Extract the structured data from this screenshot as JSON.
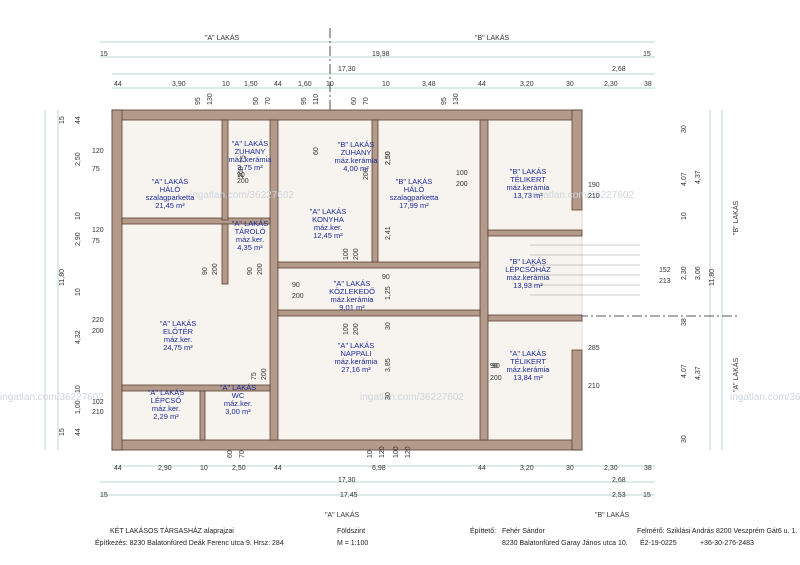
{
  "apartments": {
    "a_label": "\"A\" LAKÁS",
    "b_label": "\"B\" LAKÁS"
  },
  "top_dims": {
    "row1": [
      "15",
      "19,98",
      "15"
    ],
    "row2": [
      "17,30",
      "2,68"
    ],
    "row3": [
      "44",
      "3,90",
      "10",
      "1,50",
      "44",
      "1,60",
      "10",
      "10",
      "3,48",
      "44",
      "3,20",
      "30",
      "2,30",
      "38"
    ],
    "openings": [
      "95",
      "130",
      "50",
      "70",
      "95",
      "110",
      "60",
      "70",
      "95",
      "130"
    ]
  },
  "bottom_dims": {
    "row1": [
      "44",
      "2,90",
      "10",
      "2,50",
      "44",
      "6,98",
      "44",
      "3,20",
      "30",
      "2,30",
      "38"
    ],
    "row2": [
      "17,30",
      "2,68"
    ],
    "row3": [
      "15",
      "17,45",
      "2,53",
      "15"
    ],
    "openings": [
      "60",
      "70",
      "10",
      "120",
      "100",
      "120"
    ]
  },
  "left_dims": {
    "outer": [
      "15",
      "44",
      "2,50",
      "10",
      "2,90",
      "10",
      "4,32",
      "10",
      "1,00",
      "44",
      "15"
    ],
    "total": "11,80",
    "openings": [
      "120",
      "75",
      "120",
      "75",
      "220",
      "200",
      "102",
      "210"
    ]
  },
  "right_dims": {
    "inner": [
      "30",
      "4,07",
      "10",
      "2,30",
      "38",
      "4,07",
      "30"
    ],
    "outer": [
      "4,37",
      "3,06",
      "4,37"
    ],
    "total": "11,80",
    "misc": [
      "190",
      "210",
      "152",
      "213",
      "285",
      "210"
    ]
  },
  "inner_dims": [
    "100",
    "200",
    "90",
    "200",
    "90",
    "200",
    "90",
    "200",
    "100",
    "200",
    "90",
    "200",
    "100",
    "200",
    "90",
    "200",
    "75",
    "200",
    "75",
    "200",
    "60",
    "200",
    "90",
    "90",
    "2,50",
    "2,41",
    "1,25",
    "30",
    "3,85",
    "30",
    "2,50"
  ],
  "rooms": [
    {
      "name": "\"A\" LAKÁS",
      "title": "HÁLÓ",
      "floor": "szalagparketta",
      "area": "21,45 m²"
    },
    {
      "name": "\"A\" LAKÁS",
      "title": "ZUHANY",
      "floor": "máz.kerámia",
      "area": "3,75 m²"
    },
    {
      "name": "\"B\" LAKÁS",
      "title": "ZUHANY",
      "floor": "máz.kerámia",
      "area": "4,00 m²"
    },
    {
      "name": "\"B\" LAKÁS",
      "title": "HÁLÓ",
      "floor": "szalagparketta",
      "area": "17,99 m²"
    },
    {
      "name": "\"B\" LAKÁS",
      "title": "TÉLIKERT",
      "floor": "máz.kerámia",
      "area": "13,73 m²"
    },
    {
      "name": "\"A\" LAKÁS",
      "title": "TÁROLÓ",
      "floor": "máz.ker.",
      "area": "4,35 m²"
    },
    {
      "name": "\"A\" LAKÁS",
      "title": "KONYHA",
      "floor": "máz.ker.",
      "area": "12,45 m²"
    },
    {
      "name": "\"B\" LAKÁS",
      "title": "LÉPCSŐHÁZ",
      "floor": "máz.kerámia",
      "area": "13,93 m²"
    },
    {
      "name": "\"A\" LAKÁS",
      "title": "KÖZLEKEDŐ",
      "floor": "máz.kerámia",
      "area": "9,01 m²"
    },
    {
      "name": "\"A\" LAKÁS",
      "title": "ELŐTÉR",
      "floor": "máz.ker.",
      "area": "24,75 m²"
    },
    {
      "name": "\"A\" LAKÁS",
      "title": "NAPPALI",
      "floor": "máz.kerámia",
      "area": "27,16 m²"
    },
    {
      "name": "\"A\" LAKÁS",
      "title": "TÉLIKERT",
      "floor": "máz.kerámia",
      "area": "13,84 m²"
    },
    {
      "name": "\"A\" LAKÁS",
      "title": "LÉPCSŐ",
      "floor": "máz.ker.",
      "area": "2,29 m²"
    },
    {
      "name": "\"A\" LAKÁS",
      "title": "WC",
      "floor": "máz.ker.",
      "area": "3,00 m²"
    }
  ],
  "side_labels": {
    "right_b": "\"B\" LAKÁS",
    "right_a": "\"A\" LAKÁS",
    "bottom_a": "\"A\" LAKÁS",
    "bottom_b": "\"B\" LAKÁS"
  },
  "watermark": "ingatlan.com/36227602",
  "title_block": {
    "project": "KÉT LAKÁSOS TÁRSASHÁZ alaprajzai",
    "location": "Építkezés: 8230 Balatonfüred Deák Ferenc utca 9.  Hrsz: 284",
    "level": "Földszint",
    "scale": "M = 1:100",
    "builder_label": "Építtető:",
    "builder_name": "Fehér Sándor",
    "builder_address": "8230 Balatonfüred Garay János utca 10.",
    "surveyor": "Felmérő: Sziklási András  8200 Veszprém Gát6 u. 1.",
    "license": "É2-19-0225",
    "phone": "+36-30-276-2483"
  }
}
